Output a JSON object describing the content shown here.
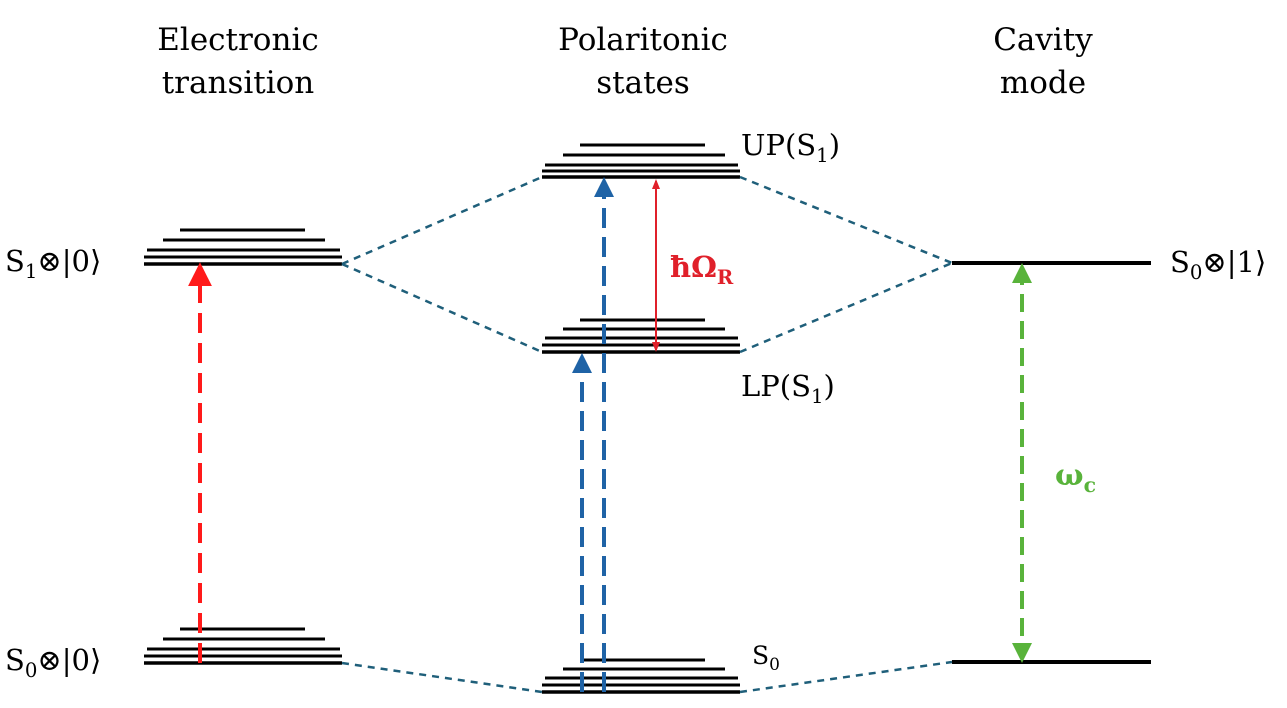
{
  "headers": {
    "electronic": [
      "Electronic",
      "transition"
    ],
    "polaritonic": [
      "Polaritonic",
      "states"
    ],
    "cavity": [
      "Cavity",
      "mode"
    ]
  },
  "labels": {
    "s1_left": {
      "base": "S",
      "sub": "1",
      "rest": "⊗|0⟩"
    },
    "s0_left": {
      "base": "S",
      "sub": "0",
      "rest": "⊗|0⟩"
    },
    "s0_right": {
      "base": "S",
      "sub": "0",
      "rest": "⊗|1⟩"
    },
    "up": {
      "base": "UP(S",
      "sub": "1",
      "rest": ")"
    },
    "lp": {
      "base": "LP(S",
      "sub": "1",
      "rest": ")"
    },
    "s0_mid": {
      "base": "S",
      "sub": "0",
      "rest": ""
    },
    "rabi": {
      "base": "ħΩ",
      "sub": "R",
      "rest": ""
    },
    "omega_c": {
      "base": "ω",
      "sub": "c",
      "rest": ""
    }
  },
  "colors": {
    "line": "#000000",
    "connector": "#1f5f7a",
    "red": "#ff1a1a",
    "blue": "#1f63a6",
    "green": "#59b33b"
  }
}
